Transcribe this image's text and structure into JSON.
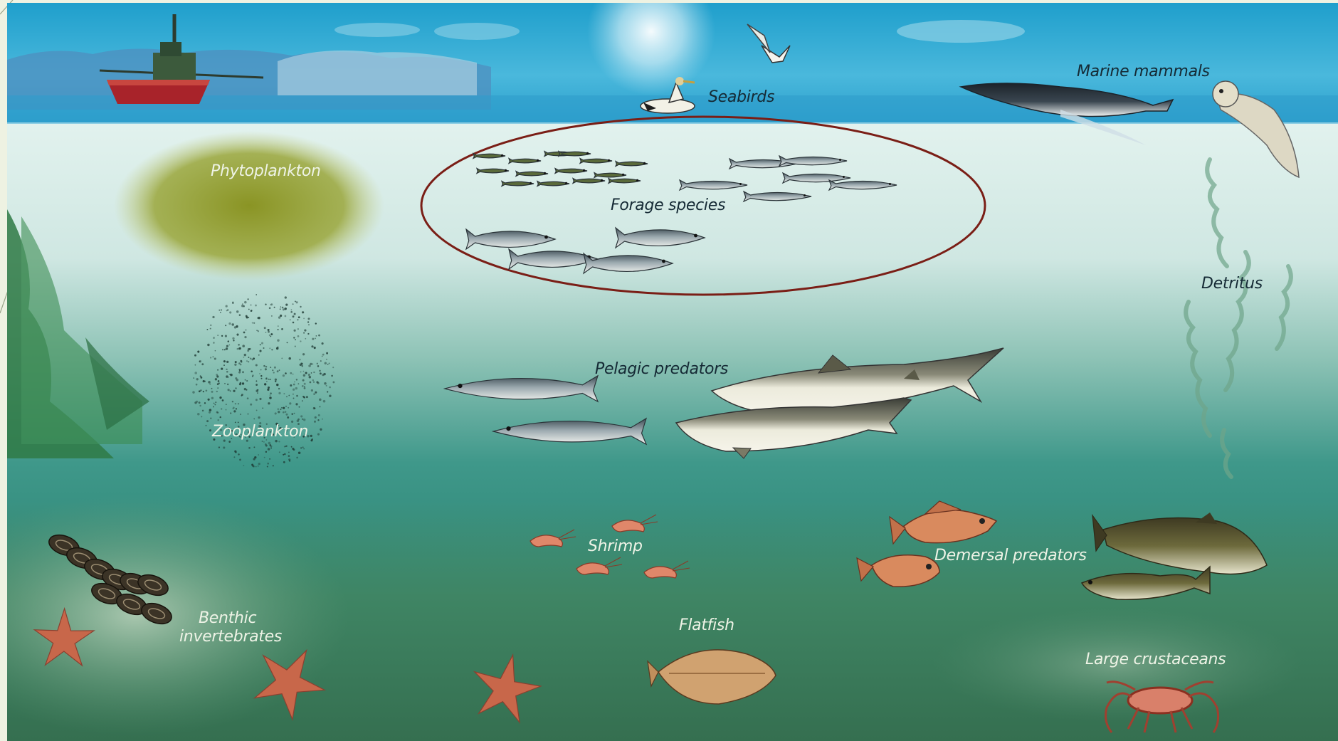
{
  "labels": {
    "seabirds": "Seabirds",
    "marine_mammals": "Marine mammals",
    "phytoplankton": "Phytoplankton",
    "forage_species": "Forage species",
    "detritus": "Detritus",
    "pelagic_predators": "Pelagic predators",
    "zooplankton": "Zooplankton",
    "shrimp": "Shrimp",
    "demersal_predators": "Demersal predators",
    "benthic_invertebrates_line1": "Benthic",
    "benthic_invertebrates_line2": "invertebrates",
    "flatfish": "Flatfish",
    "large_crustaceans": "Large crustaceans"
  },
  "colors": {
    "sky": "#2aa6d0",
    "surface_water": "#d5ecea",
    "deep_water": "#2f8a78",
    "seafloor": "#3f7d5b",
    "highlight_ellipse": "#7a1e16",
    "boat_hull": "#a8232a",
    "phytoplankton": "#8a9a2a",
    "starfish": "#c8674a"
  }
}
